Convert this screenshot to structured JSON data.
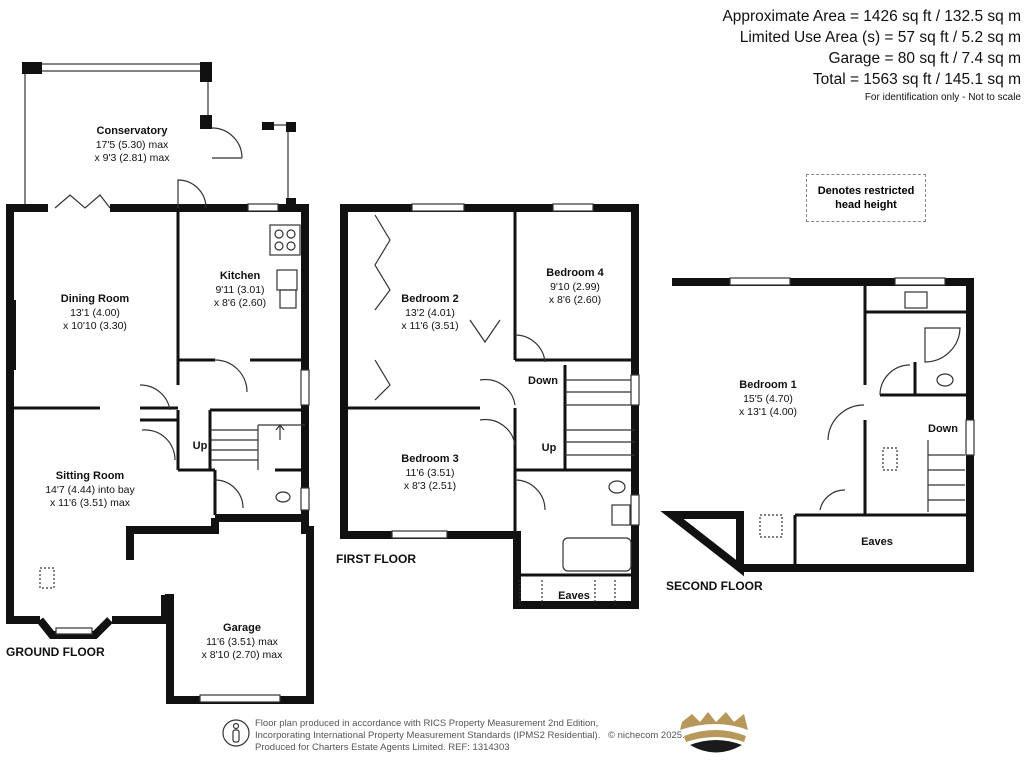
{
  "areas": {
    "approximate": "Approximate Area = 1426 sq ft / 132.5 sq m",
    "limited_use": "Limited Use Area (s) = 57 sq ft / 5.2 sq m",
    "garage": "Garage = 80 sq ft / 7.4 sq m",
    "total": "Total = 1563 sq ft / 145.1 sq m",
    "note": "For identification only - Not to scale"
  },
  "legend": {
    "line1": "Denotes restricted",
    "line2": "head height"
  },
  "floors": {
    "ground": "GROUND FLOOR",
    "first": "FIRST FLOOR",
    "second": "SECOND FLOOR"
  },
  "rooms": {
    "conservatory": {
      "name": "Conservatory",
      "d1": "17'5 (5.30) max",
      "d2": "x 9'3 (2.81) max"
    },
    "kitchen": {
      "name": "Kitchen",
      "d1": "9'11 (3.01)",
      "d2": "x 8'6 (2.60)"
    },
    "dining": {
      "name": "Dining Room",
      "d1": "13'1 (4.00)",
      "d2": "x 10'10 (3.30)"
    },
    "sitting": {
      "name": "Sitting Room",
      "d1": "14'7 (4.44) into bay",
      "d2": "x 11'6 (3.51) max"
    },
    "garage": {
      "name": "Garage",
      "d1": "11'6 (3.51) max",
      "d2": "x 8'10 (2.70) max"
    },
    "bedroom2": {
      "name": "Bedroom 2",
      "d1": "13'2 (4.01)",
      "d2": "x 11'6 (3.51)"
    },
    "bedroom4": {
      "name": "Bedroom 4",
      "d1": "9'10 (2.99)",
      "d2": "x 8'6 (2.60)"
    },
    "bedroom3": {
      "name": "Bedroom 3",
      "d1": "11'6 (3.51)",
      "d2": "x 8'3 (2.51)"
    },
    "bedroom1": {
      "name": "Bedroom 1",
      "d1": "15'5 (4.70)",
      "d2": "x 13'1 (4.00)"
    }
  },
  "stairs": {
    "ground_up": "Up",
    "first_down": "Down",
    "first_up": "Up",
    "second_down": "Down"
  },
  "eaves": {
    "first": "Eaves",
    "second": "Eaves"
  },
  "footer": {
    "line1": "Floor plan produced in accordance with RICS Property Measurement 2nd Edition,",
    "line2": "Incorporating International Property Measurement Standards (IPMS2 Residential).",
    "line3": "Produced for Charters Estate Agents Limited.   REF: 1314303",
    "copyright": "© nichecom 2025."
  },
  "colors": {
    "wall": "#111111",
    "crown_gold": "#b8975a",
    "crown_dark": "#1a1a1a"
  }
}
